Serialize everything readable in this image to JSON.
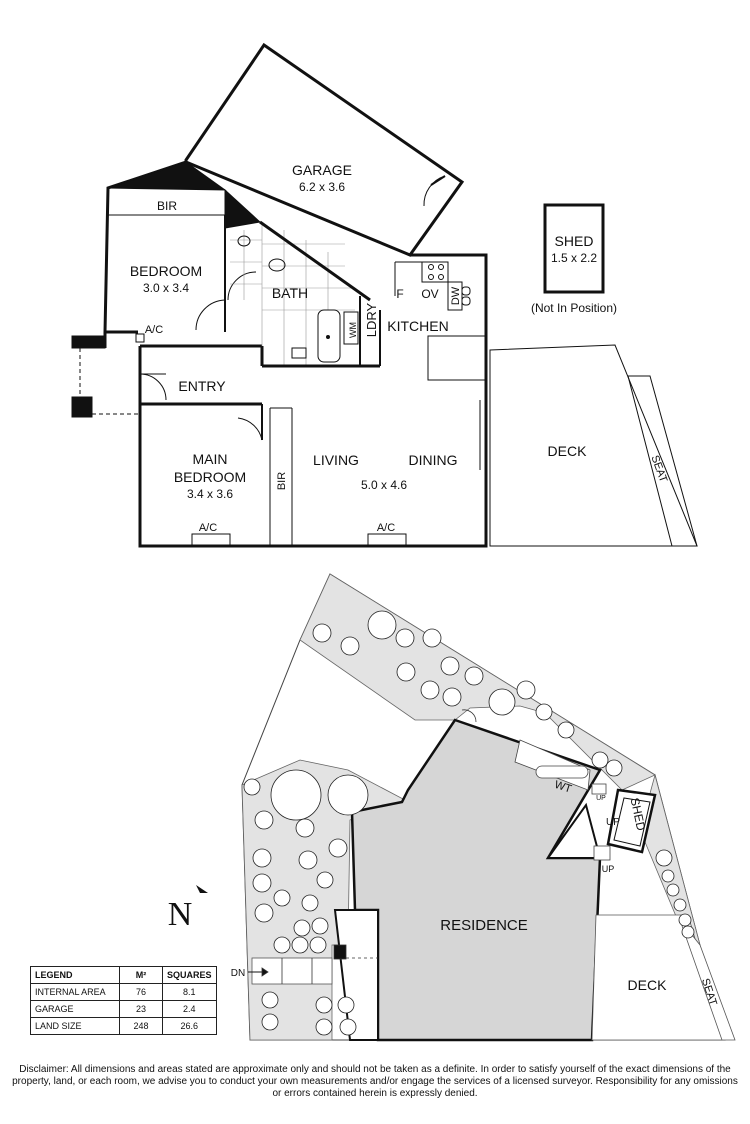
{
  "floor_plan": {
    "rooms": {
      "garage": {
        "name": "GARAGE",
        "dims": "6.2 x 3.6"
      },
      "bir_top": "BIR",
      "bedroom": {
        "name": "BEDROOM",
        "dims": "3.0 x 3.4"
      },
      "bath": "BATH",
      "ldry": "LDRY",
      "wm": "WM",
      "f": "F",
      "ov": "OV",
      "dw": "DW",
      "kitchen": "KITCHEN",
      "ac_bedroom": "A/C",
      "entry": "ENTRY",
      "main_bedroom": {
        "name1": "MAIN",
        "name2": "BEDROOM",
        "dims": "3.4 x 3.6"
      },
      "bir_main": "BIR",
      "living": "LIVING",
      "dining": "DINING",
      "living_dims": "5.0 x 4.6",
      "ac_main": "A/C",
      "ac_living": "A/C",
      "deck": "DECK",
      "seat": "SEAT",
      "shed": {
        "name": "SHED",
        "dims": "1.5 x 2.2",
        "note": "(Not In Position)"
      }
    }
  },
  "site_plan": {
    "residence": "RESIDENCE",
    "shed": "SHED",
    "deck": "DECK",
    "seat": "SEAT",
    "wt": "WT",
    "up_1": "UP",
    "up_2": "UP",
    "up_3": "UP",
    "dn": "DN",
    "north": "N"
  },
  "legend": {
    "headers": [
      "LEGEND",
      "M²",
      "SQUARES"
    ],
    "rows": [
      {
        "label": "INTERNAL AREA",
        "m2": "76",
        "squares": "8.1"
      },
      {
        "label": "GARAGE",
        "m2": "23",
        "squares": "2.4"
      },
      {
        "label": "LAND SIZE",
        "m2": "248",
        "squares": "26.6"
      }
    ]
  },
  "disclaimer": "Disclaimer: All dimensions and areas stated are approximate only and should not be taken as a definite. In order to satisfy yourself of the exact dimensions of the property, land, or each room, we advise you to conduct your own measurements and/or engage the services of a licensed surveyor. Responsibility for any omissions or errors contained herein is expressly denied.",
  "colors": {
    "wall": "#111111",
    "site_fill": "#dcdcdc",
    "garden": "#e6e6e6",
    "residence_fill": "#d9d9d9"
  }
}
